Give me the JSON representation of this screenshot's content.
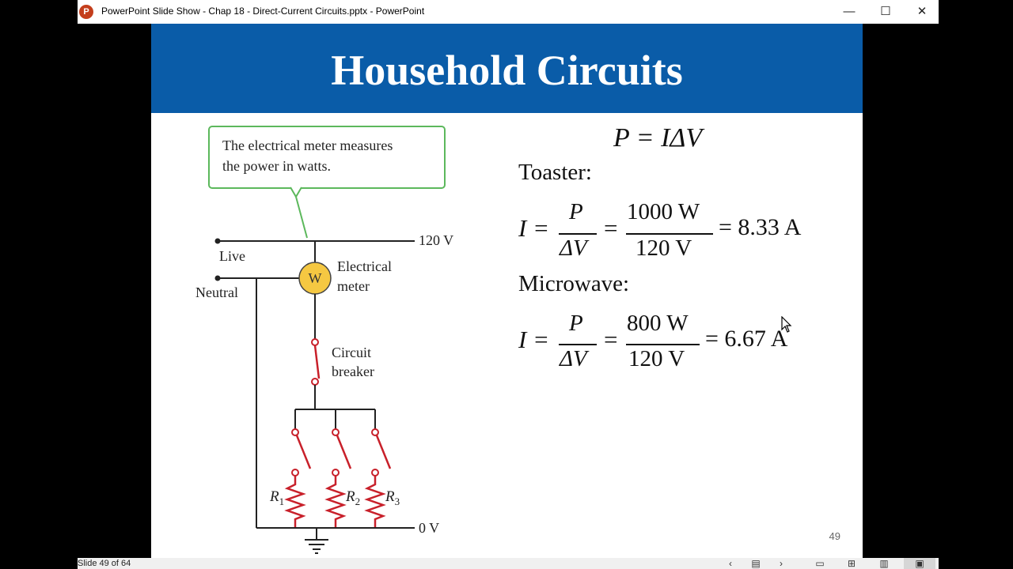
{
  "window": {
    "title": "PowerPoint Slide Show  -  Chap 18 - Direct-Current Circuits.pptx - PowerPoint",
    "app_icon_letter": "P",
    "minimize_glyph": "—",
    "maximize_glyph": "☐",
    "close_glyph": "✕"
  },
  "slide": {
    "title": "Household Circuits",
    "page_number": "49",
    "diagram": {
      "callout": [
        "The electrical meter measures",
        "the power in watts."
      ],
      "live_voltage": "120 V",
      "ground_voltage": "0 V",
      "live_label": "Live",
      "neutral_label": "Neutral",
      "meter_symbol": "W",
      "meter_label": [
        "Electrical",
        "meter"
      ],
      "breaker_label": [
        "Circuit",
        "breaker"
      ],
      "resistors": [
        {
          "letter": "R",
          "sub": "1"
        },
        {
          "letter": "R",
          "sub": "2"
        },
        {
          "letter": "R",
          "sub": "3"
        }
      ]
    },
    "equations": {
      "power_formula": "P = IΔV",
      "toaster_label": "Toaster:",
      "toaster": {
        "lhs": "I =",
        "num": "P",
        "den": "ΔV",
        "eq": "=",
        "num2": "1000 W",
        "den2": "120 V",
        "result": "= 8.33 A"
      },
      "microwave_label": "Microwave:",
      "microwave": {
        "lhs": "I =",
        "num": "P",
        "den": "ΔV",
        "eq": "=",
        "num2": "800 W",
        "den2": "120 V",
        "result": "= 6.67 A"
      }
    }
  },
  "statusbar": {
    "slide_indicator": "Slide 49 of 64",
    "prev_glyph": "‹",
    "notes_glyph": "▤",
    "next_glyph": "›",
    "normal_view_glyph": "▭",
    "sorter_glyph": "⊞",
    "reading_glyph": "▥",
    "slideshow_glyph": "▣"
  },
  "colors": {
    "banner": "#0a5ca8",
    "callout_border": "#5cb85c",
    "meter_fill": "#f5c842",
    "circuit_red": "#c8202a"
  }
}
